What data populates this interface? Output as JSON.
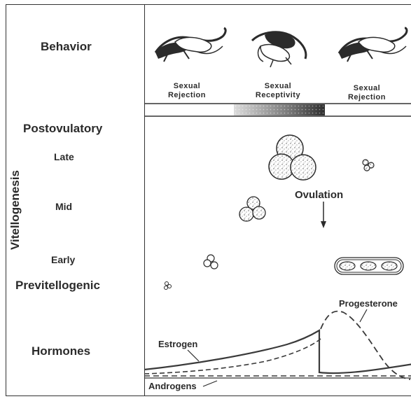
{
  "left_labels": {
    "behavior": "Behavior",
    "postovulatory": "Postovulatory",
    "late": "Late",
    "vitellogenesis": "Vitellogenesis",
    "mid": "Mid",
    "early": "Early",
    "previtellogenic": "Previtellogenic",
    "hormones": "Hormones"
  },
  "behaviors": [
    {
      "line1": "Sexual",
      "line2": "Rejection"
    },
    {
      "line1": "Sexual",
      "line2": "Receptivity"
    },
    {
      "line1": "Sexual",
      "line2": "Rejection"
    }
  ],
  "ovulation_label": "Ovulation",
  "hormone_labels": {
    "estrogen": "Estrogen",
    "progesterone": "Progesterone",
    "androgens": "Androgens"
  }
}
